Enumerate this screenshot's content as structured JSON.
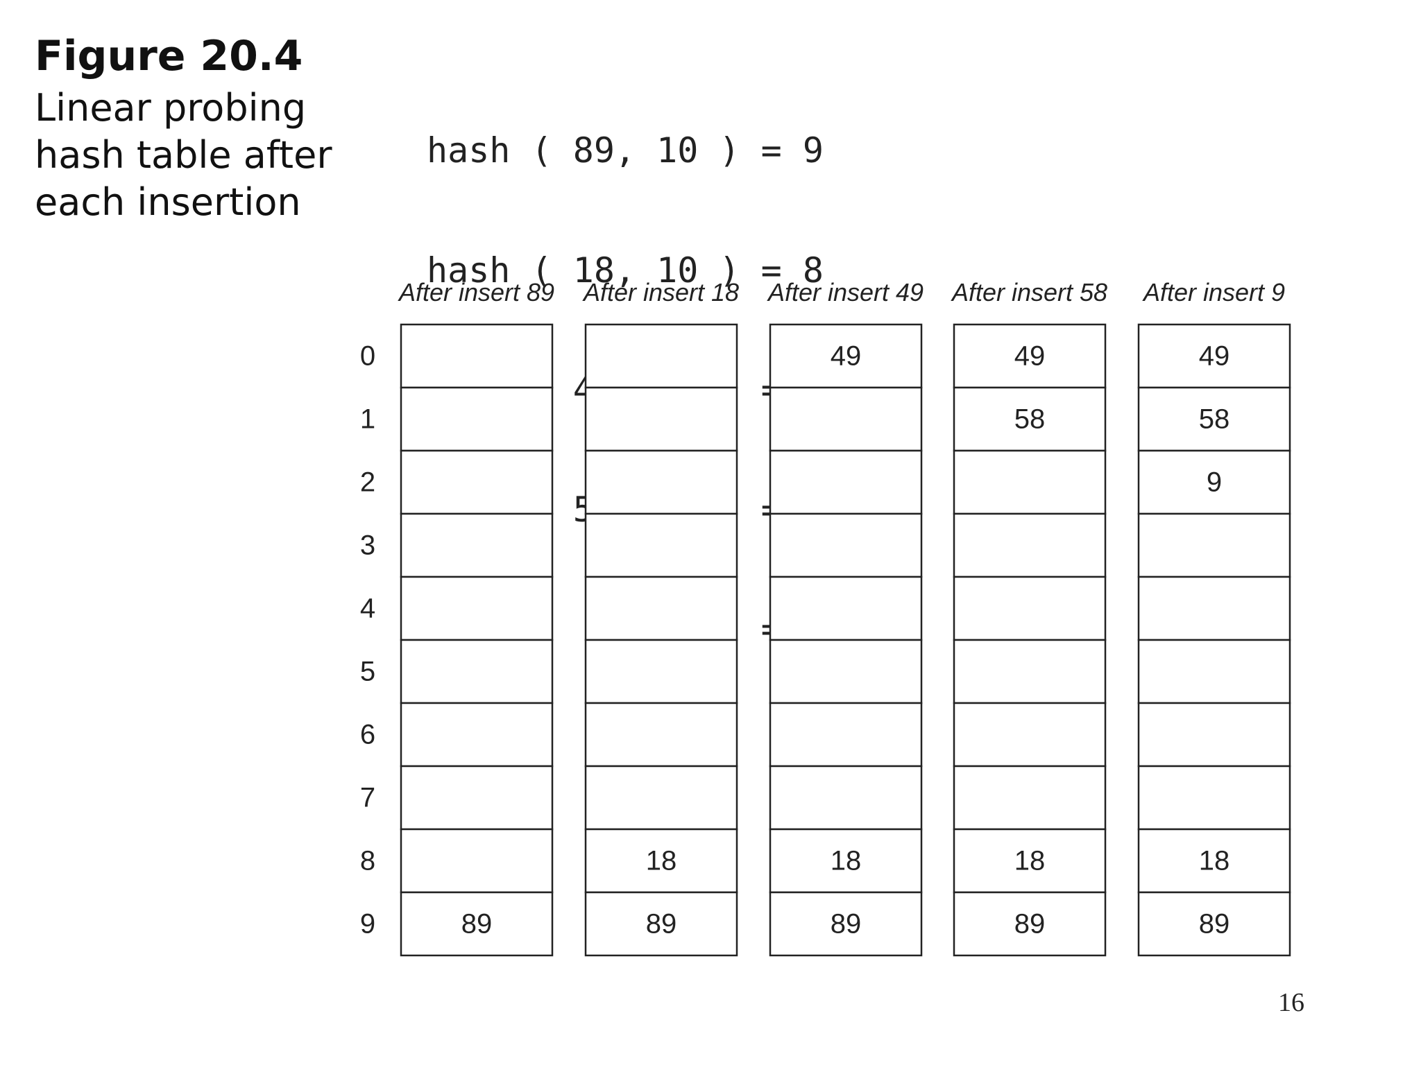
{
  "caption": {
    "title": "Figure 20.4",
    "description": "Linear probing\nhash table after\neach insertion"
  },
  "hash_computations": [
    "hash ( 89, 10 ) = 9",
    "hash ( 18, 10 ) = 8",
    "hash ( 49, 10 ) = 9",
    "hash ( 58, 10 ) = 8",
    "hash (  9, 10 ) = 9"
  ],
  "row_indices": [
    "0",
    "1",
    "2",
    "3",
    "4",
    "5",
    "6",
    "7",
    "8",
    "9"
  ],
  "tables": [
    {
      "label": "After insert 89",
      "cells": [
        "",
        "",
        "",
        "",
        "",
        "",
        "",
        "",
        "",
        "89"
      ]
    },
    {
      "label": "After insert 18",
      "cells": [
        "",
        "",
        "",
        "",
        "",
        "",
        "",
        "",
        "18",
        "89"
      ]
    },
    {
      "label": "After insert 49",
      "cells": [
        "49",
        "",
        "",
        "",
        "",
        "",
        "",
        "",
        "18",
        "89"
      ]
    },
    {
      "label": "After insert 58",
      "cells": [
        "49",
        "58",
        "",
        "",
        "",
        "",
        "",
        "",
        "18",
        "89"
      ]
    },
    {
      "label": "After insert 9",
      "cells": [
        "49",
        "58",
        "9",
        "",
        "",
        "",
        "",
        "",
        "18",
        "89"
      ]
    }
  ],
  "page_number": "16"
}
